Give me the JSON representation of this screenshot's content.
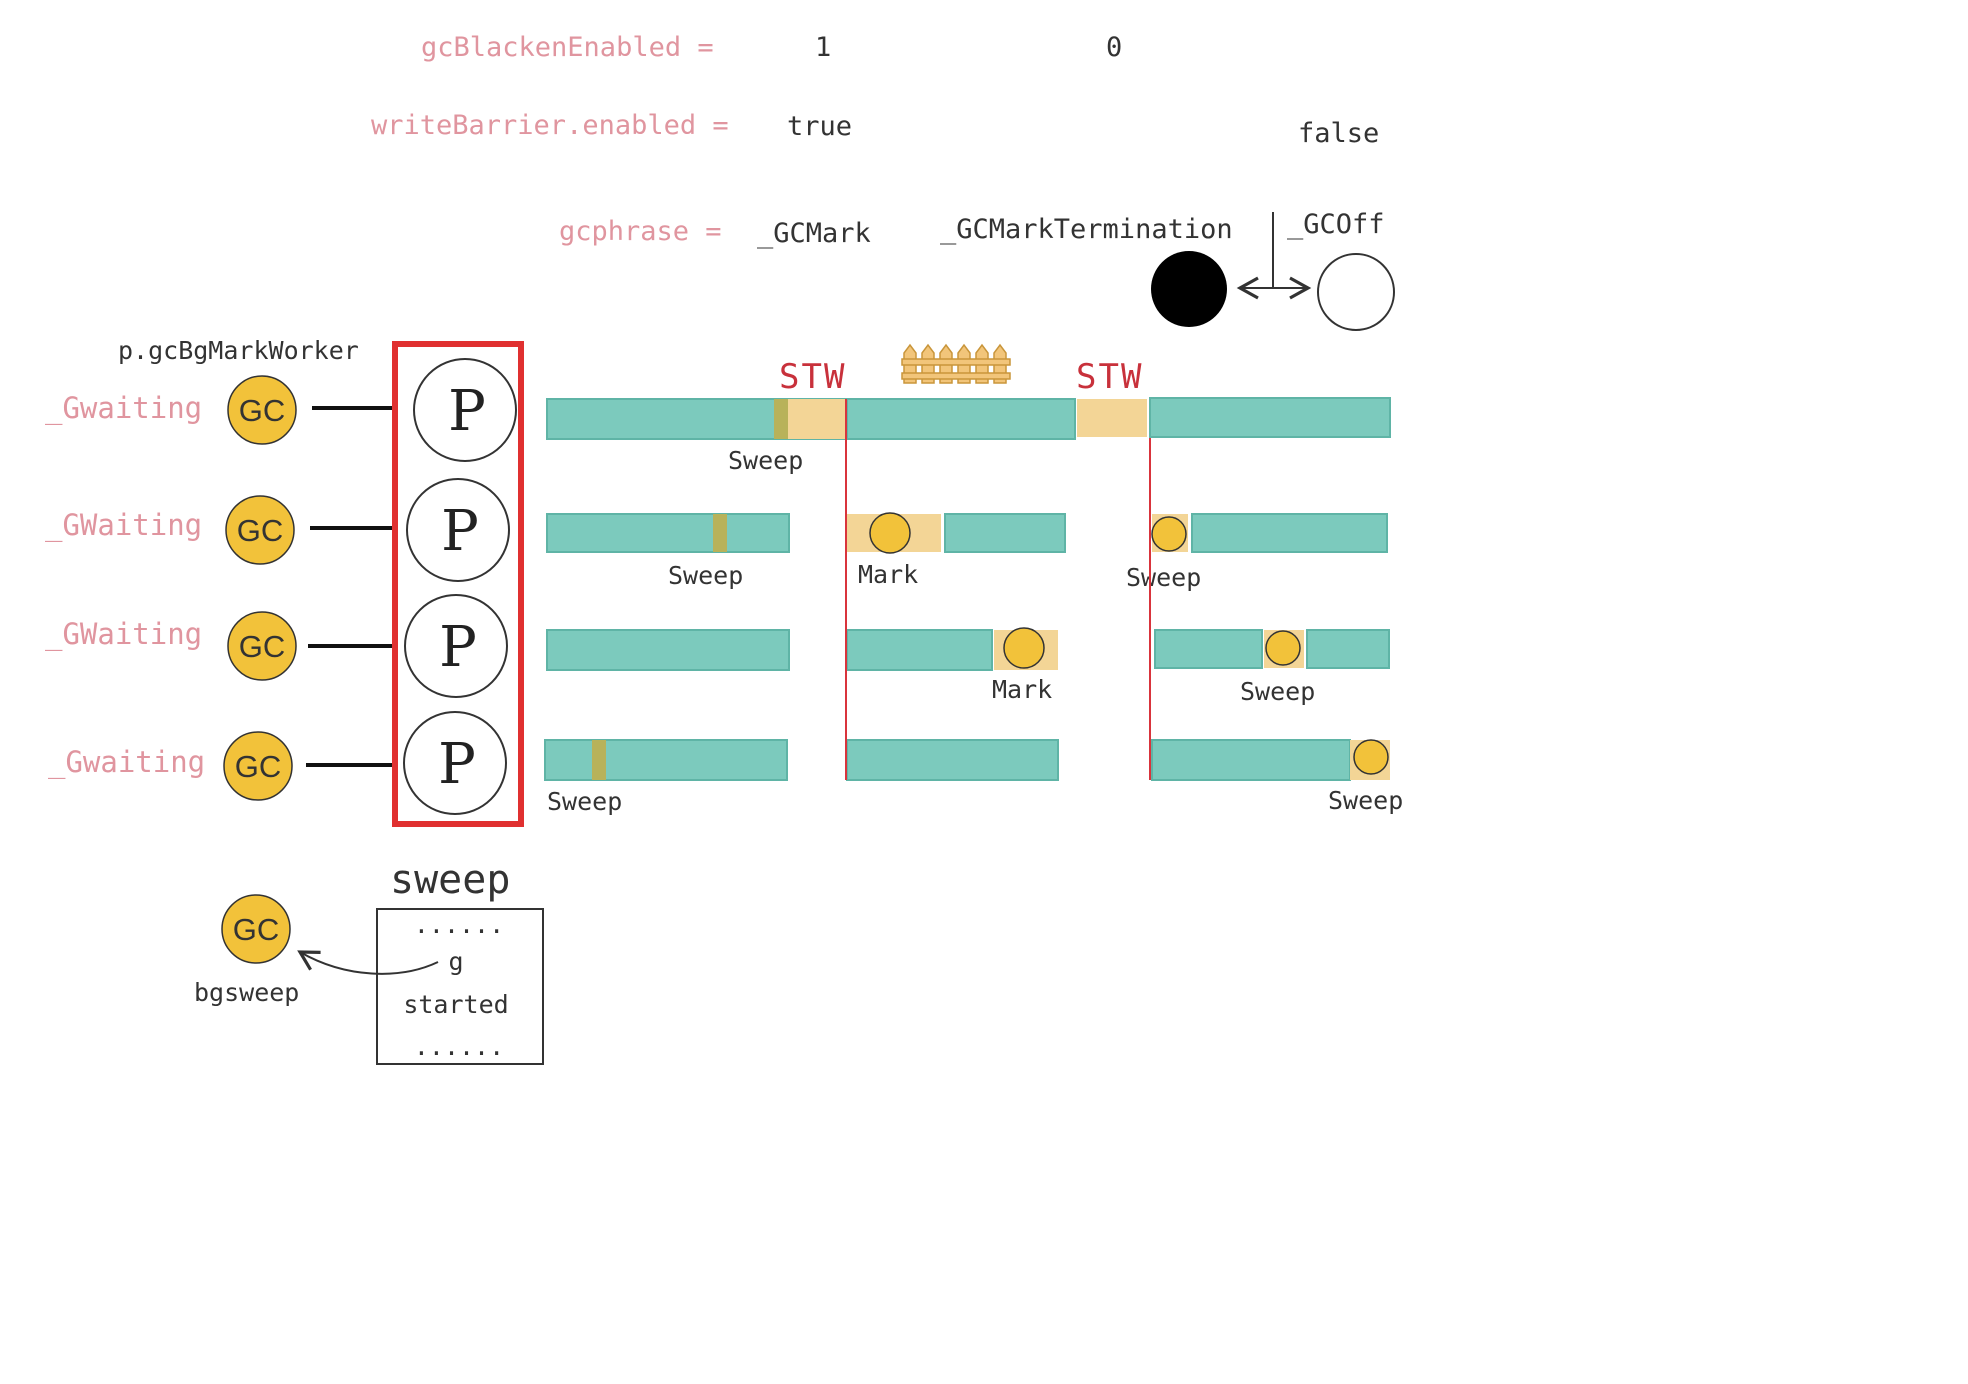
{
  "colors": {
    "var_label": "#e0959f",
    "track": "#7ccabd",
    "track_border": "#5fb4a6",
    "stw": "#f3d596",
    "marker": "#b8b25a",
    "gc_fill": "#f2c23a",
    "red": "#e03030",
    "stw_text": "#c8313b"
  },
  "header": {
    "gc_blacken": {
      "label": "gcBlackenEnabled =",
      "value_1": "1",
      "value_2": "0"
    },
    "write_barrier": {
      "label": "writeBarrier.enabled =",
      "value_1": "true",
      "value_2": "false"
    },
    "gcphase": {
      "label": "gcphrase =",
      "mark": "_GCMark",
      "termination": "_GCMarkTermination",
      "off": "_GCOff"
    }
  },
  "worker_label": "p.gcBgMarkWorker",
  "goroutines": [
    {
      "state": "_Gwaiting",
      "badge": "GC",
      "processor": "P"
    },
    {
      "state": "_GWaiting",
      "badge": "GC",
      "processor": "P"
    },
    {
      "state": "_GWaiting",
      "badge": "GC",
      "processor": "P"
    },
    {
      "state": "_Gwaiting",
      "badge": "GC",
      "processor": "P"
    }
  ],
  "stw_labels": [
    "STW",
    "STW"
  ],
  "fence_icon": "fence-icon",
  "tracks": [
    {
      "labels": [
        "Sweep"
      ]
    },
    {
      "labels": [
        "Sweep",
        "Mark",
        "Sweep"
      ]
    },
    {
      "labels": [
        "Mark",
        "Sweep"
      ]
    },
    {
      "labels": [
        "Sweep",
        "Sweep"
      ]
    }
  ],
  "sweep_box": {
    "title": "sweep",
    "dots_top": "......",
    "g": "g",
    "started": "started",
    "dots_bottom": "......"
  },
  "bgsweep": {
    "badge": "GC",
    "label": "bgsweep"
  }
}
